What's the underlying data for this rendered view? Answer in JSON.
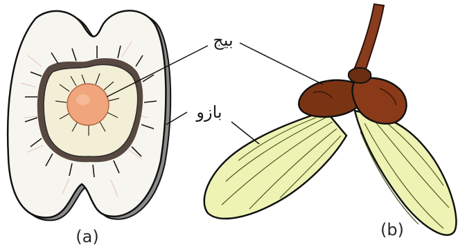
{
  "figure": {
    "labels": {
      "seed": "بیج",
      "wing": "بازو"
    },
    "panels": [
      {
        "id": "a",
        "caption": "(a)"
      },
      {
        "id": "b",
        "caption": "(b)"
      }
    ]
  }
}
